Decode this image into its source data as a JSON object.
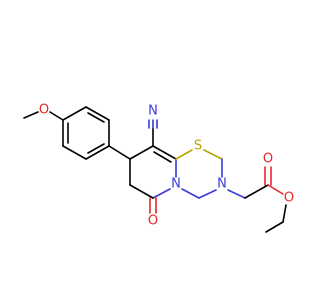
{
  "molecule": {
    "atom_labels": {
      "n_cyano": "N",
      "s_ring": "S",
      "n_ring_bridge": "N",
      "n_ring_amine": "N",
      "o_methoxy": "O",
      "o_lactam": "O",
      "o_ester_carbonyl": "O",
      "o_ester_ether": "O"
    },
    "colors": {
      "carbon": "#000000",
      "nitrogen": "#3a3ad9",
      "oxygen": "#e8262b",
      "sulfur": "#b8a300"
    }
  }
}
